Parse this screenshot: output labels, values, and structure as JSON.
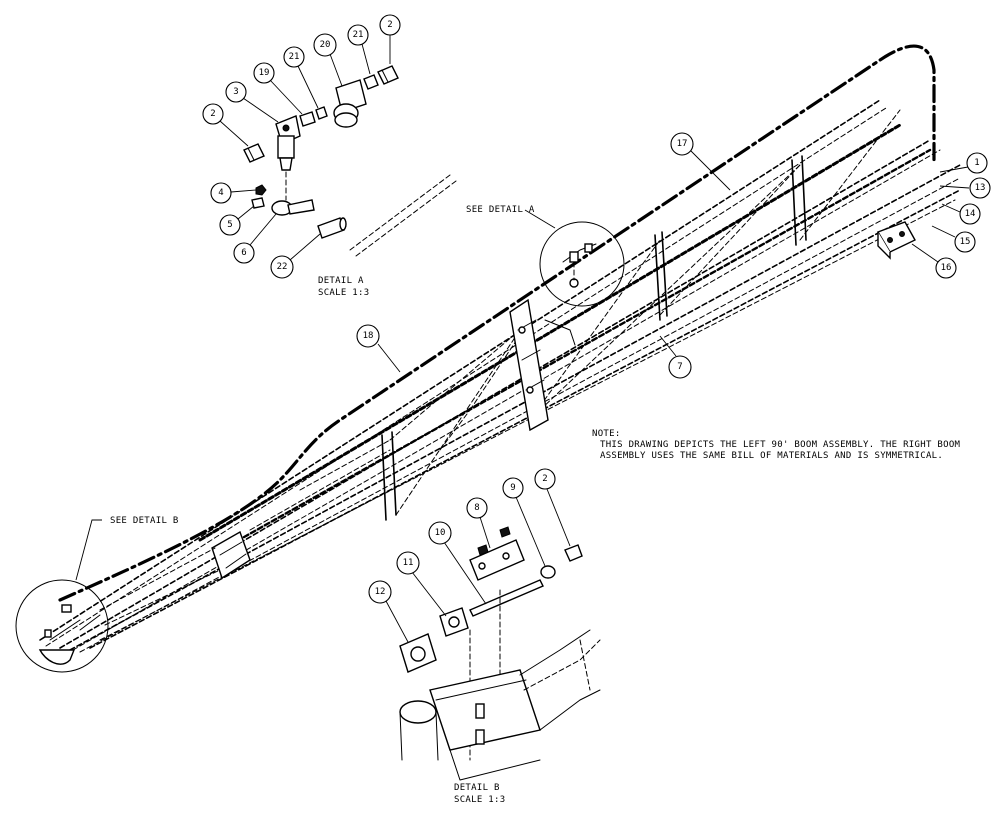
{
  "note": {
    "heading": "NOTE:",
    "line1": "THIS DRAWING DEPICTS THE LEFT 90' BOOM ASSEMBLY.  THE RIGHT BOOM",
    "line2": "ASSEMBLY USES THE SAME BILL OF MATERIALS AND IS SYMMETRICAL."
  },
  "detail_a": {
    "title": "DETAIL  A",
    "scale": "SCALE  1:3",
    "callout": "SEE DETAIL  A"
  },
  "detail_b": {
    "title": "DETAIL  B",
    "scale": "SCALE  1:3",
    "callout": "SEE DETAIL  B"
  },
  "balloons": [
    {
      "id": "b-1",
      "text": "1"
    },
    {
      "id": "b-13",
      "text": "13"
    },
    {
      "id": "b-14",
      "text": "14"
    },
    {
      "id": "b-15",
      "text": "15"
    },
    {
      "id": "b-16",
      "text": "16"
    },
    {
      "id": "b-17",
      "text": "17"
    },
    {
      "id": "b-18",
      "text": "18"
    },
    {
      "id": "b-7",
      "text": "7"
    },
    {
      "id": "b-a2-top",
      "text": "2"
    },
    {
      "id": "b-a21-top",
      "text": "21"
    },
    {
      "id": "b-a20",
      "text": "20"
    },
    {
      "id": "b-a21",
      "text": "21"
    },
    {
      "id": "b-a19",
      "text": "19"
    },
    {
      "id": "b-a3",
      "text": "3"
    },
    {
      "id": "b-a2",
      "text": "2"
    },
    {
      "id": "b-a4",
      "text": "4"
    },
    {
      "id": "b-a5",
      "text": "5"
    },
    {
      "id": "b-a6",
      "text": "6"
    },
    {
      "id": "b-a22",
      "text": "22"
    },
    {
      "id": "b-b8",
      "text": "8"
    },
    {
      "id": "b-b9",
      "text": "9"
    },
    {
      "id": "b-b2",
      "text": "2"
    },
    {
      "id": "b-b10",
      "text": "10"
    },
    {
      "id": "b-b11",
      "text": "11"
    },
    {
      "id": "b-b12",
      "text": "12"
    }
  ]
}
